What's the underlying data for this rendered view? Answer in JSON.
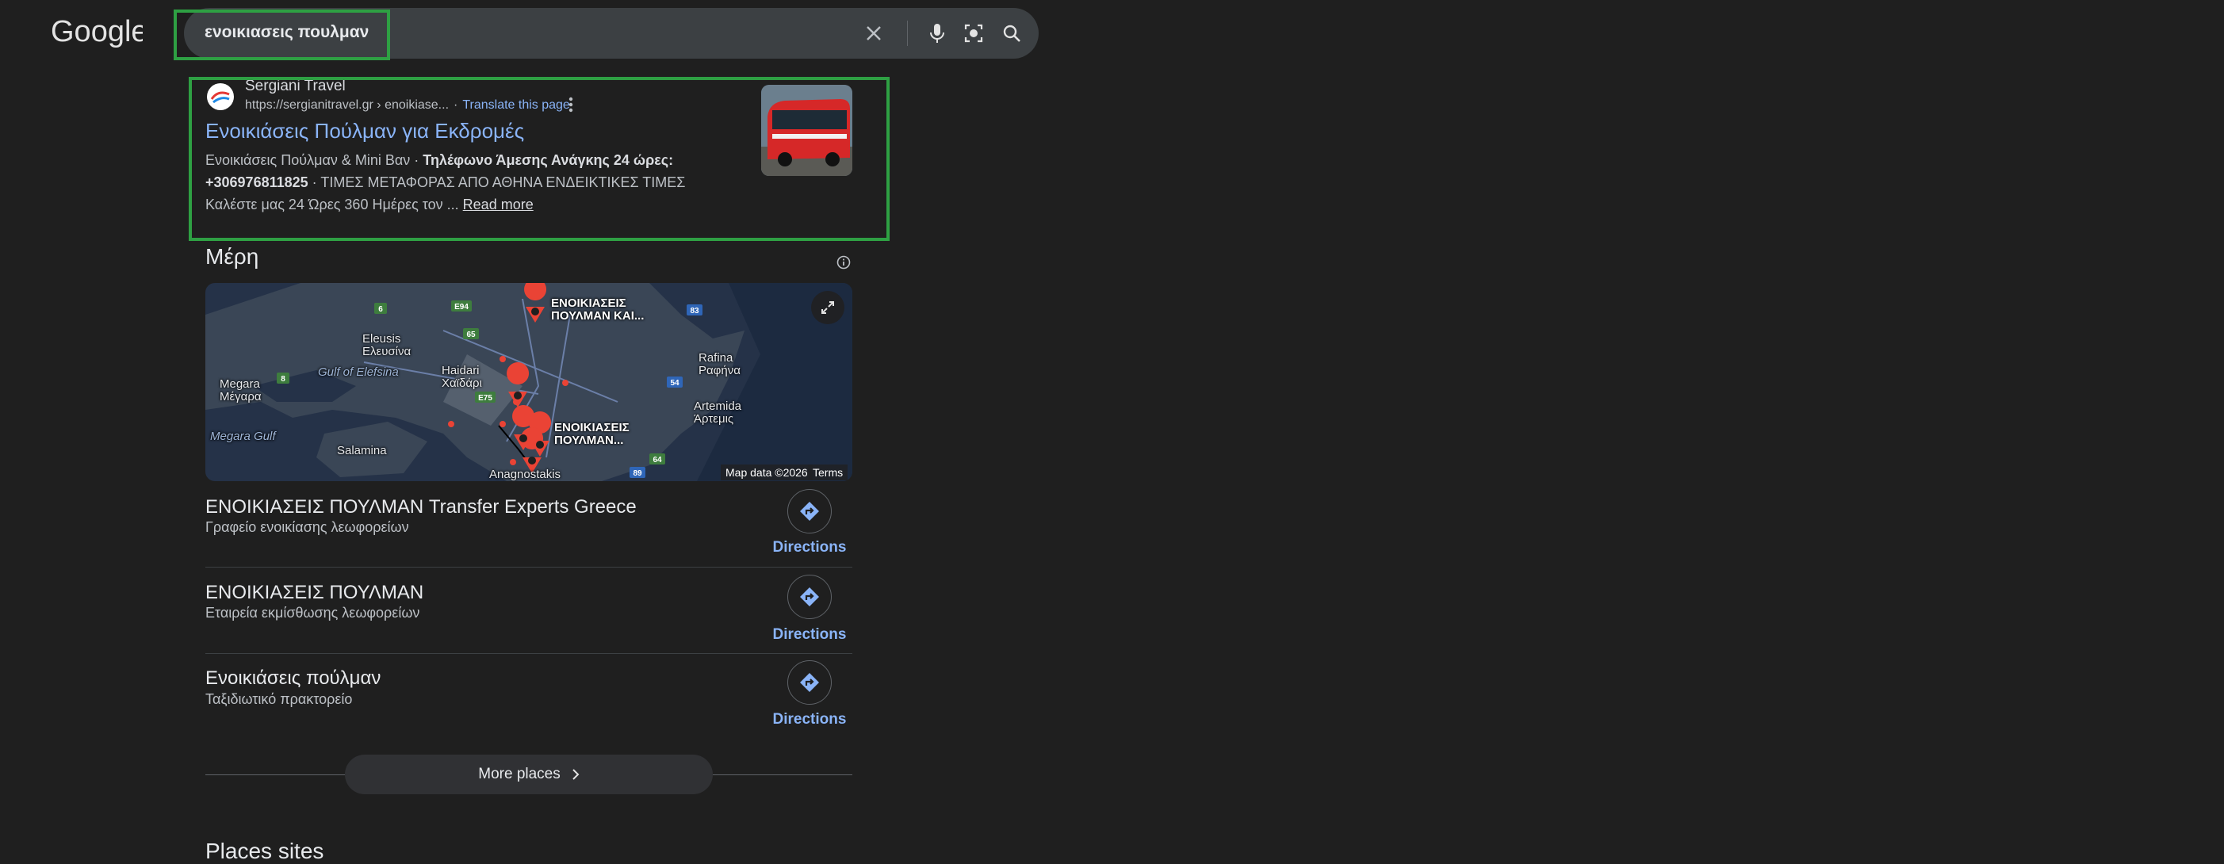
{
  "logo_text": "Google",
  "search": {
    "query": "ενοικιασεις πουλμαν"
  },
  "result": {
    "site_name": "Sergiani Travel",
    "url": "https://sergianitravel.gr › enoikiase...",
    "translate_label": "Translate this page",
    "title": "Ενοικιάσεις Πούλμαν για Εκδρομές",
    "snippet_plain_1": "Ενοικιάσεις Πούλμαν & Mini Βαν · ",
    "snippet_bold_1": "Τηλέφωνο Άμεσης Ανάγκης 24 ώρες: +306976811825",
    "snippet_plain_2": " · ΤΙΜΕΣ ΜΕΤΑΦΟΡΑΣ ΑΠΟ ΑΘΗΝΑ ΕΝΔΕΙΚΤΙΚΕΣ ΤΙΜΕΣ Καλέστε μας 24 Ώρες 360 Ημέρες τον ... ",
    "read_more": "Read more"
  },
  "places": {
    "heading": "Μέρη",
    "map": {
      "attribution": "Map data ©2026",
      "terms": "Terms",
      "labels": {
        "eleusis": "Eleusis\nΕλευσίνα",
        "megara": "Megara\nΜέγαρα",
        "gulf_elefsina": "Gulf of Elefsina",
        "haidari": "Haidari\nΧαϊδάρι",
        "rafina": "Rafina\nΡαφήνα",
        "artemida": "Artemida\nΆρτεμις",
        "megara_gulf": "Megara Gulf",
        "salamina": "Salamina",
        "anagnostakis": "Anagnostakis",
        "pin1": "ΕΝΟΙΚΙΑΣΕΙΣ\nΠΟΥΛΜΑΝ ΚΑΙ...",
        "pin2": "ΕΝΟΙΚΙΑΣΕΙΣ\nΠΟΥΛΜΑΝ..."
      },
      "road_shields": [
        "E94",
        "6",
        "65",
        "8",
        "E75",
        "83",
        "54",
        "64",
        "89"
      ]
    },
    "items": [
      {
        "name": "ΕΝΟΙΚΙΑΣΕΙΣ ΠΟΥΛΜΑΝ Transfer Experts Greece",
        "category": "Γραφείο ενοικίασης λεωφορείων",
        "action": "Directions"
      },
      {
        "name": "ΕΝΟΙΚΙΑΣΕΙΣ ΠΟΥΛΜΑΝ",
        "category": "Εταιρεία εκμίσθωσης λεωφορείων",
        "action": "Directions"
      },
      {
        "name": "Ενοικιάσεις πούλμαν",
        "category": "Ταξιδιωτικό πρακτορείο",
        "action": "Directions"
      }
    ],
    "more_label": "More places"
  },
  "places_sites_heading": "Places sites",
  "colors": {
    "background": "#1f1f1f",
    "link": "#8ab4f8",
    "highlight": "#2ea043",
    "pin": "#ea4335"
  }
}
